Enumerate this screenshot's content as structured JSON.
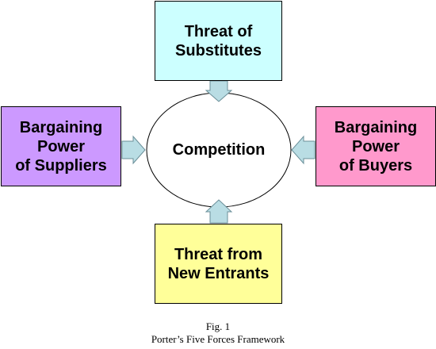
{
  "colors": {
    "top_box": "#ccffff",
    "left_box": "#cc99ff",
    "right_box": "#ff99cc",
    "bottom_box": "#ffff99",
    "arrow": "#b9dde4",
    "ellipse": "#ffffff"
  },
  "diagram": {
    "top_box": {
      "line1": "Threat of",
      "line2": "Substitutes"
    },
    "left_box": {
      "line1": "Bargaining",
      "line2": "Power",
      "line3": "of Suppliers"
    },
    "right_box": {
      "line1": "Bargaining",
      "line2": "Power",
      "line3": "of Buyers"
    },
    "bottom_box": {
      "line1": "Threat from",
      "line2": "New Entrants"
    },
    "center": "Competition"
  },
  "caption": {
    "fig": "Fig. 1",
    "title": "Porter’s Five Forces Framework"
  }
}
